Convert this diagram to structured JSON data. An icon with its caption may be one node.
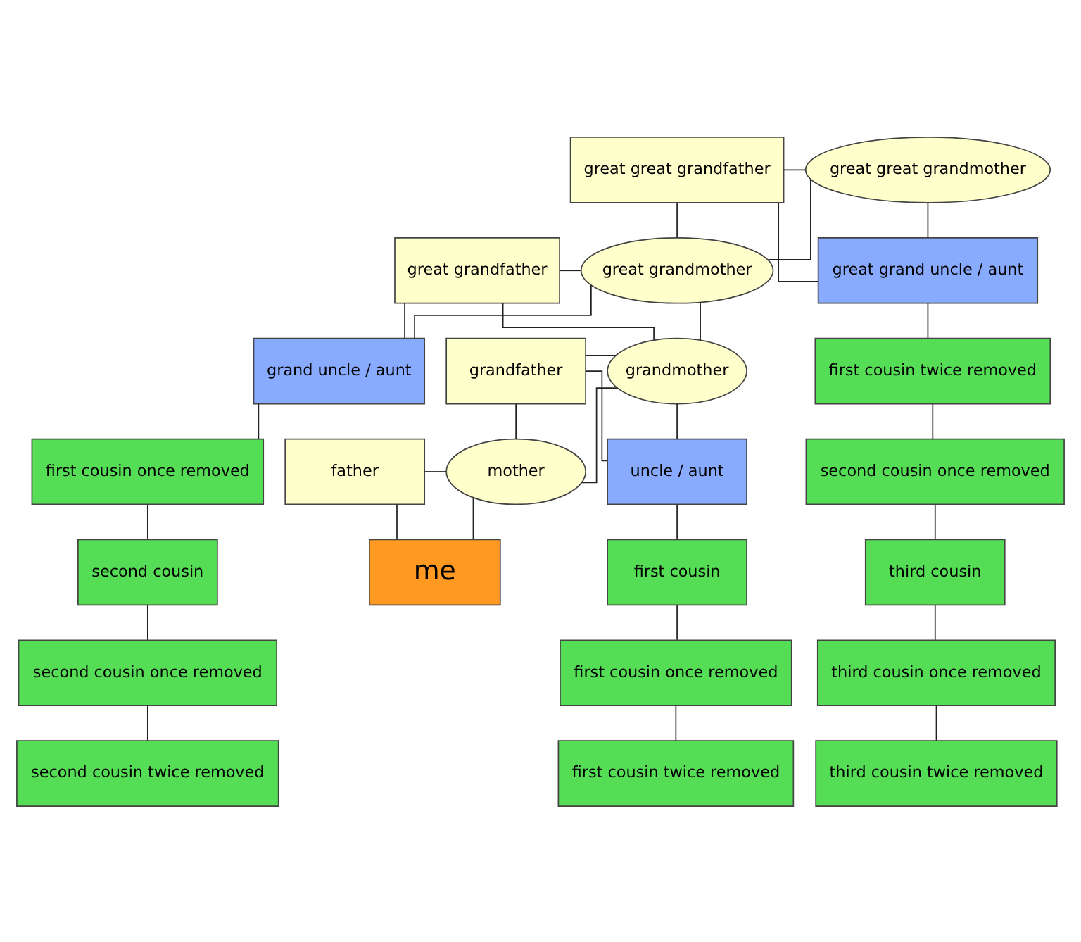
{
  "diagram": {
    "nodes": [
      {
        "text": [
          "great great grandfather"
        ]
      },
      {
        "text": [
          "great great grandmother"
        ]
      },
      {
        "text": [
          "great grandfather"
        ]
      },
      {
        "text": [
          "great grandmother"
        ]
      },
      {
        "text": [
          "great grand uncle / aunt"
        ]
      },
      {
        "text": [
          "grandfather"
        ]
      },
      {
        "text": [
          "grandmother"
        ]
      },
      {
        "text": [
          "grand uncle / aunt"
        ]
      },
      {
        "text": [
          "first cousin twice removed"
        ]
      },
      {
        "text": [
          "father"
        ]
      },
      {
        "text": [
          "mother"
        ]
      },
      {
        "text": [
          "uncle / aunt"
        ]
      },
      {
        "text": [
          "first cousin once removed"
        ]
      },
      {
        "text": [
          "second cousin once removed"
        ]
      },
      {
        "text": [
          "me"
        ]
      },
      {
        "text": [
          "first cousin"
        ]
      },
      {
        "text": [
          "second cousin"
        ]
      },
      {
        "text": [
          "third cousin"
        ]
      },
      {
        "text": [
          "first cousin once removed"
        ]
      },
      {
        "text": [
          "second cousin once removed"
        ]
      },
      {
        "text": [
          "third cousin once removed"
        ]
      },
      {
        "text": [
          "first cousin twice removed"
        ]
      },
      {
        "text": [
          "second cousin twice removed"
        ]
      },
      {
        "text": [
          "third cousin twice removed"
        ]
      }
    ],
    "edges": [
      {
        "from": 0,
        "to": 1,
        "arrow": "none"
      },
      {
        "from": 0,
        "to": 3,
        "arrow": "none"
      },
      {
        "from": 1,
        "to": 3,
        "arrow": "none"
      },
      {
        "from": 0,
        "to": 4,
        "arrow": "none"
      },
      {
        "from": 1,
        "to": 4,
        "arrow": "none"
      },
      {
        "from": 2,
        "to": 3,
        "arrow": "none"
      },
      {
        "from": 2,
        "to": 6,
        "arrow": "none"
      },
      {
        "from": 3,
        "to": 6,
        "arrow": "none"
      },
      {
        "from": 2,
        "to": 7,
        "arrow": "none"
      },
      {
        "from": 3,
        "to": 7,
        "arrow": "none"
      },
      {
        "from": 4,
        "to": 8,
        "arrow": "none"
      },
      {
        "from": 5,
        "to": 6,
        "arrow": "none"
      },
      {
        "from": 5,
        "to": 10,
        "arrow": "none"
      },
      {
        "from": 6,
        "to": 10,
        "arrow": "none"
      },
      {
        "from": 5,
        "to": 11,
        "arrow": "none"
      },
      {
        "from": 6,
        "to": 11,
        "arrow": "none"
      },
      {
        "from": 7,
        "to": 12,
        "arrow": "none"
      },
      {
        "from": 8,
        "to": 13,
        "arrow": "none"
      },
      {
        "from": 9,
        "to": 10,
        "arrow": "none"
      },
      {
        "from": 9,
        "to": 14,
        "arrow": "none"
      },
      {
        "from": 10,
        "to": 14,
        "arrow": "none"
      },
      {
        "from": 11,
        "to": 15,
        "arrow": "none"
      },
      {
        "from": 12,
        "to": 16,
        "arrow": "none"
      },
      {
        "from": 13,
        "to": 17,
        "arrow": "none"
      },
      {
        "from": 15,
        "to": 18,
        "arrow": "none"
      },
      {
        "from": 16,
        "to": 19,
        "arrow": "none"
      },
      {
        "from": 17,
        "to": 20,
        "arrow": "none"
      },
      {
        "from": 18,
        "to": 21,
        "arrow": "none"
      },
      {
        "from": 19,
        "to": 22,
        "arrow": "none"
      },
      {
        "from": 20,
        "to": 23,
        "arrow": "none"
      }
    ]
  }
}
